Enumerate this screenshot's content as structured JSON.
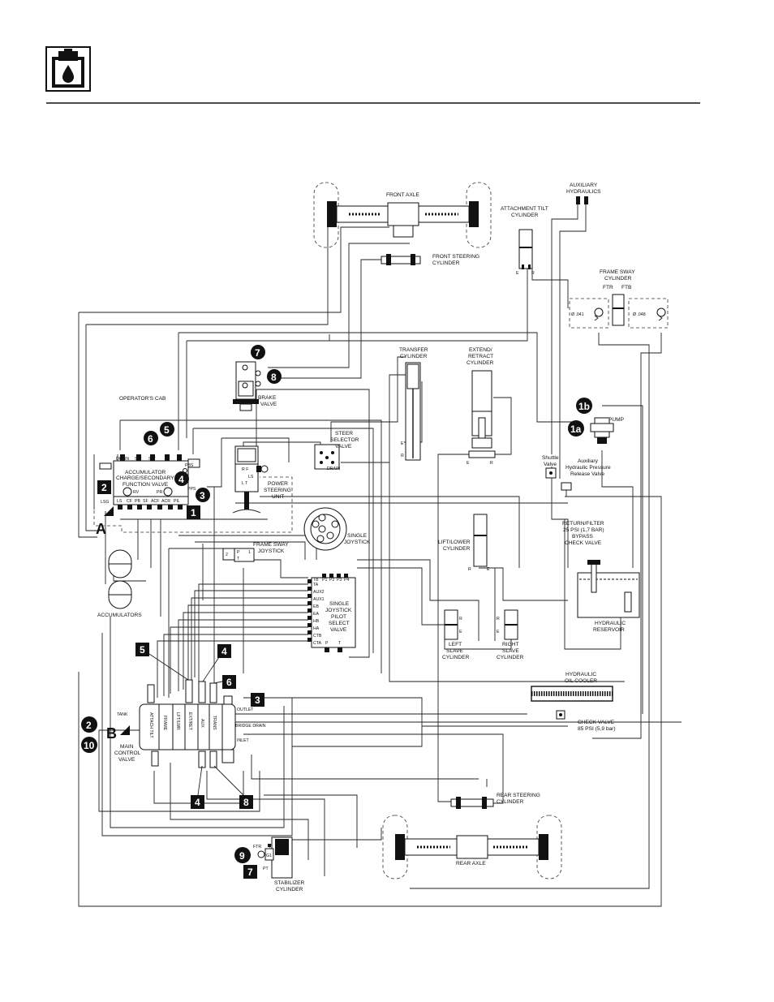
{
  "header": {
    "icon": "hydraulic-oil-drop-icon"
  },
  "labels": {
    "front_axle": "FRONT  AXLE",
    "front_steering": [
      "FRONT STEERING",
      "CYLINDER"
    ],
    "aux_hydraulics": [
      "AUXILIARY",
      "HYDRAULICS"
    ],
    "attach_tilt": [
      "ATTACHMENT TILT",
      "CYLINDER"
    ],
    "frame_sway_cyl": [
      "FRAME SWAY",
      "CYLINDER"
    ],
    "ftr": "FTR",
    "ftb": "FTB",
    "orifice_left": "Ø .041",
    "orifice_right": "Ø .048",
    "operators_cab": "OPERATOR'S CAB",
    "brake_valve": [
      "BRAKE",
      "VALVE"
    ],
    "transfer_cyl": [
      "TRANSFER",
      "CYLINDER"
    ],
    "extend_retract": [
      "EXTEND/",
      "RETRACT",
      "CYLINDER"
    ],
    "pump": "PUMP",
    "steer_selector": [
      "STEER",
      "SELECTOR",
      "VALVE"
    ],
    "drain": "DRAIN",
    "acc_valve": [
      "ACCUMULATOR",
      "CHARGE/SECONDARY",
      "FUNCTION VALVE"
    ],
    "acc_top_ports": [
      "DRAIN",
      "SW",
      "SW",
      "P1",
      "P"
    ],
    "acc_bottom_ports": [
      "LS",
      "CF",
      "PB",
      "SF",
      "ACF",
      "ACR",
      "PIL"
    ],
    "pbs": "PBS",
    "pps": "PPS",
    "rv": "RV",
    "pr": "PR",
    "lsg": "LSG",
    "power_steering": [
      "POWER",
      "STEERING",
      "UNIT"
    ],
    "shuttle": [
      "Shuttle",
      "Valve"
    ],
    "aux_release": [
      "Auxiliary",
      "Hydraulic Pressure",
      "Release Valve"
    ],
    "single_joystick": [
      "SINGLE",
      "JOYSTICK"
    ],
    "lift_lower": [
      "LIFT/LOWER",
      "CYLINDER"
    ],
    "return_filter": [
      "RETURN/FILTER",
      "25 PSI (1,7 BAR)",
      "BYPASS",
      "CHECK VALVE"
    ],
    "frame_sway_joystick": [
      "FRAME SWAY",
      "JOYSTICK"
    ],
    "accumulators": "ACCUMULATORS",
    "pilot_valve": [
      "SINGLE",
      "JOYSTICK",
      "PILOT",
      "SELECT",
      "VALVE"
    ],
    "pilot_top_ports": [
      "TB",
      "P1",
      "P2",
      "P3",
      "P4"
    ],
    "pilot_side_ports": [
      "TA",
      "AUX2",
      "AUX1",
      "EB",
      "EA",
      "HB",
      "HA",
      "CTB",
      "CTA"
    ],
    "pilot_bottom_ports": [
      "P",
      "T"
    ],
    "left_slave": [
      "LEFT",
      "SLAVE",
      "CYLINDER"
    ],
    "right_slave": [
      "RIGHT",
      "SLAVE",
      "CYLINDER"
    ],
    "hyd_reservoir": [
      "HYDRAULIC",
      "RESERVOIR"
    ],
    "oil_cooler": [
      "HYDRAULIC",
      "OIL  COOLER"
    ],
    "check_valve": [
      "CHECK VALVE",
      "85 PSI (5,9 bar)"
    ],
    "tank": "TANK",
    "outlet": "OUTLET",
    "bridge_drain": "BRIDGE DRAIN",
    "inlet": "INLET",
    "main_valve": [
      "MAIN",
      "CONTROL",
      "VALVE"
    ],
    "sections": [
      "ATTACH TILT",
      "FRAME",
      "LFT/LWR",
      "EXT/RET",
      "AUX",
      "TRANS"
    ],
    "rear_steering": [
      "REAR STEERING",
      "CYLINDER"
    ],
    "rear_axle": "REAR  AXLE",
    "stabilizer": [
      "STABILIZER",
      "CYLINDER"
    ],
    "stab_ports": [
      "FTR",
      "V",
      "G1",
      "PT"
    ],
    "port_e": "E",
    "port_r": "R",
    "marker_a": "A",
    "marker_b": "B"
  },
  "callouts": {
    "c7_brake": "7",
    "c8_brake": "8",
    "c5_acc": "5",
    "c6_acc": "6",
    "c4_acc": "4",
    "c2_acc": "2",
    "c3_acc": "3",
    "c1_acc": "1",
    "c1b_pump": "1b",
    "c1a_pump": "1a",
    "c5_mcv": "5",
    "c4_mcv_top": "4",
    "c6_mcv": "6",
    "c3_mcv": "3",
    "c2_mcv": "2",
    "c10_mcv": "10",
    "c4_mcv_bottom": "4",
    "c8_mcv": "8",
    "c9_stab": "9",
    "c7_stab": "7"
  }
}
